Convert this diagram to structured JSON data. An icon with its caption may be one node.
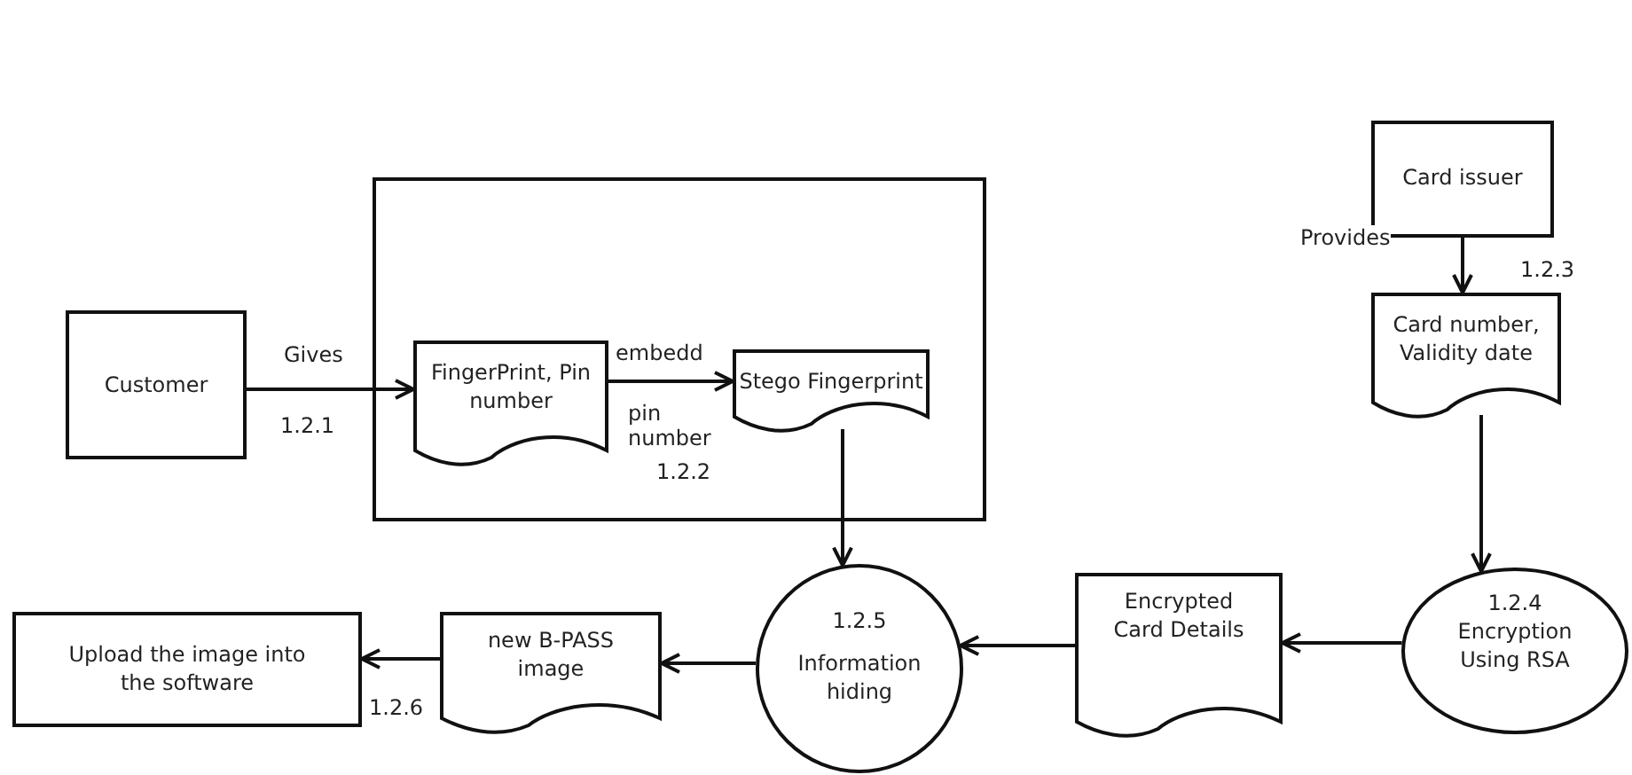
{
  "diagram": {
    "nodes": [
      {
        "text": [
          "Customer"
        ]
      },
      {
        "text": [],
        "shape": "box"
      },
      {
        "text": [
          "FingerPrint, Pin number"
        ],
        "in": 1
      },
      {
        "text": [
          "Stego Fingerprint"
        ],
        "in": 1
      },
      {
        "text": [
          "Card issuer"
        ]
      },
      {
        "text": [
          "Card number, Validity date"
        ]
      },
      {
        "text": [
          "1.2.4",
          "Encryption Using RSA"
        ]
      },
      {
        "text": [
          "Encrypted Card Details"
        ]
      },
      {
        "text": [
          "1.2.5",
          "Information hiding"
        ]
      },
      {
        "text": [
          "new B-PASS image"
        ]
      },
      {
        "text": [
          "Upload the image into the software"
        ]
      }
    ],
    "edges": [
      {
        "from": 0,
        "to": 2,
        "arrow": "to",
        "label": "Gives"
      },
      {
        "from": 2,
        "to": 3,
        "arrow": "to",
        "label": "embedd"
      },
      {
        "from": 4,
        "to": 5,
        "arrow": "to",
        "label": "Provides"
      },
      {
        "from": 3,
        "to": 8,
        "arrow": "to"
      },
      {
        "from": 5,
        "to": 6,
        "arrow": "to"
      },
      {
        "from": 6,
        "to": 7,
        "arrow": "to"
      },
      {
        "from": 7,
        "to": 8,
        "arrow": "to"
      },
      {
        "from": 8,
        "to": 9,
        "arrow": "to"
      },
      {
        "from": 9,
        "to": 10,
        "arrow": "to"
      }
    ],
    "labels": [
      "1.2.1",
      "pin number",
      "1.2.2",
      "1.2.3",
      "1.2.6"
    ]
  }
}
